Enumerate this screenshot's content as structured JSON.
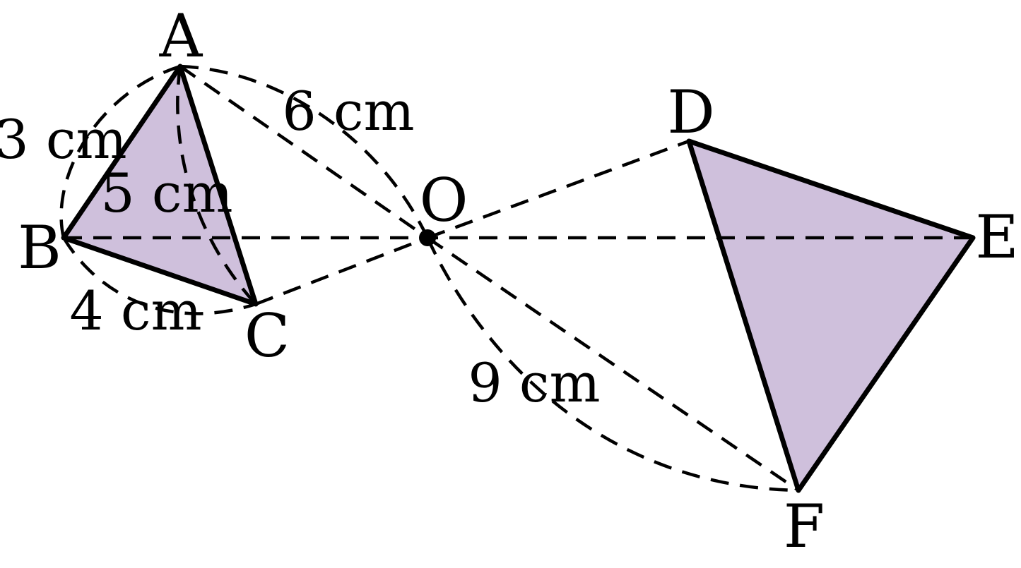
{
  "points": {
    "A": "A",
    "B": "B",
    "C": "C",
    "D": "D",
    "E": "E",
    "F": "F",
    "O": "O"
  },
  "lengths": {
    "AB": "3 cm",
    "AC": "5 cm",
    "BC": "4 cm",
    "OA": "6 cm",
    "OF": "9 cm"
  },
  "colors": {
    "fill": "#cfc0dc",
    "stroke": "#000000"
  }
}
